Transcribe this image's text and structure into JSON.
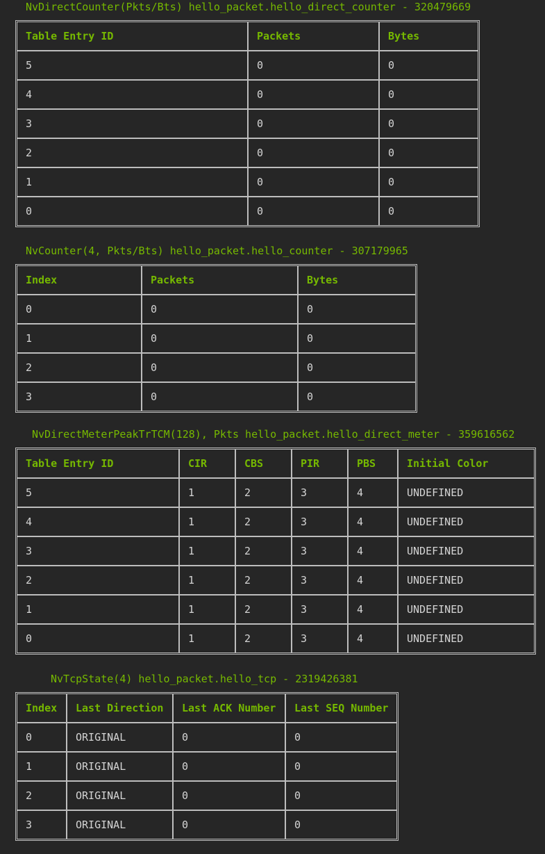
{
  "direct_counter": {
    "caption": "NvDirectCounter(Pkts/Bts) hello_packet.hello_direct_counter - 320479669",
    "headers": [
      "Table Entry ID",
      "Packets",
      "Bytes"
    ],
    "rows": [
      [
        "5",
        "0",
        "0"
      ],
      [
        "4",
        "0",
        "0"
      ],
      [
        "3",
        "0",
        "0"
      ],
      [
        "2",
        "0",
        "0"
      ],
      [
        "1",
        "0",
        "0"
      ],
      [
        "0",
        "0",
        "0"
      ]
    ]
  },
  "counter": {
    "caption": "NvCounter(4, Pkts/Bts) hello_packet.hello_counter - 307179965",
    "headers": [
      "Index",
      "Packets",
      "Bytes"
    ],
    "rows": [
      [
        "0",
        "0",
        "0"
      ],
      [
        "1",
        "0",
        "0"
      ],
      [
        "2",
        "0",
        "0"
      ],
      [
        "3",
        "0",
        "0"
      ]
    ]
  },
  "direct_meter": {
    "caption": "NvDirectMeterPeakTrTCM(128), Pkts hello_packet.hello_direct_meter - 359616562",
    "headers": [
      "Table Entry ID",
      "CIR",
      "CBS",
      "PIR",
      "PBS",
      "Initial Color"
    ],
    "rows": [
      [
        "5",
        "1",
        "2",
        "3",
        "4",
        "UNDEFINED"
      ],
      [
        "4",
        "1",
        "2",
        "3",
        "4",
        "UNDEFINED"
      ],
      [
        "3",
        "1",
        "2",
        "3",
        "4",
        "UNDEFINED"
      ],
      [
        "2",
        "1",
        "2",
        "3",
        "4",
        "UNDEFINED"
      ],
      [
        "1",
        "1",
        "2",
        "3",
        "4",
        "UNDEFINED"
      ],
      [
        "0",
        "1",
        "2",
        "3",
        "4",
        "UNDEFINED"
      ]
    ]
  },
  "tcp_state": {
    "caption": "NvTcpState(4) hello_packet.hello_tcp - 2319426381",
    "headers": [
      "Index",
      "Last Direction",
      "Last ACK Number",
      "Last SEQ Number"
    ],
    "rows": [
      [
        "0",
        "ORIGINAL",
        "0",
        "0"
      ],
      [
        "1",
        "ORIGINAL",
        "0",
        "0"
      ],
      [
        "2",
        "ORIGINAL",
        "0",
        "0"
      ],
      [
        "3",
        "ORIGINAL",
        "0",
        "0"
      ]
    ]
  },
  "colors": {
    "background": "#262626",
    "header_text": "#76b900",
    "cell_text": "#d4d4d4",
    "border": "#bdbdbd"
  }
}
